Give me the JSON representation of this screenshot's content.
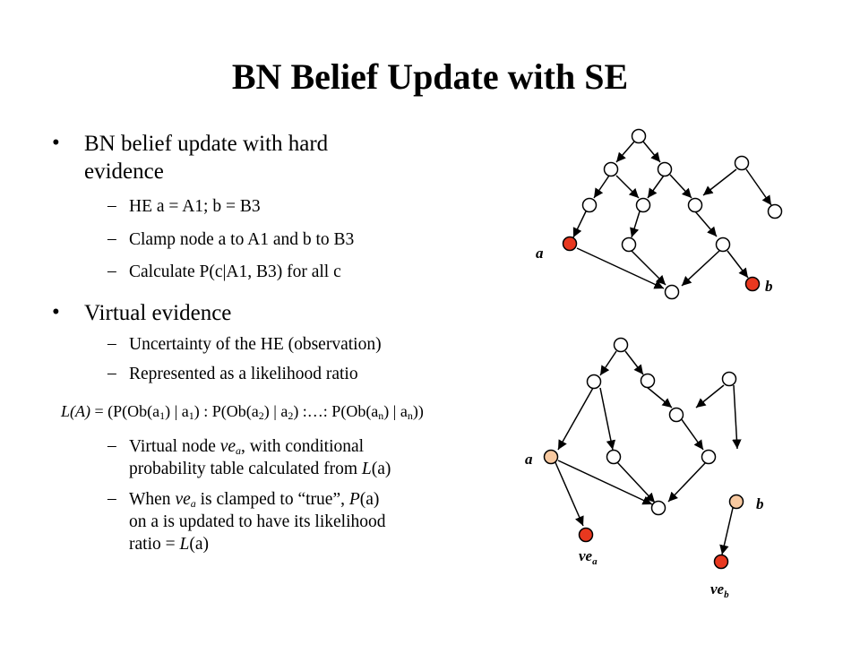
{
  "title": "BN Belief Update with SE",
  "bullets": [
    {
      "text": "BN belief update with hard evidence",
      "line1": "BN belief update with hard",
      "line2": "evidence",
      "items": [
        "HE a = A1; b = B3",
        "Clamp node a to A1 and b to B3",
        "Calculate P(c|A1, B3) for all c"
      ]
    },
    {
      "text": "Virtual evidence",
      "items": [
        "Uncertainty of the HE (observation)",
        "Represented as a likelihood ratio"
      ]
    }
  ],
  "formula": {
    "lhs": "L(A)",
    "eq": "= (P(Ob(a",
    "s1": "1",
    "p1": ") | a",
    "s1b": "1",
    "p2": ") : P(Ob(a",
    "s2": "2",
    "p3": ") | a",
    "s2b": "2",
    "p4": ") :…: P(Ob(a",
    "sn": "n",
    "p5": ") | a",
    "snb": "n",
    "p6": "))"
  },
  "virtual_node_item": {
    "pre": "Virtual node ",
    "ve": "ve",
    "ve_sub": "a",
    "post": ", with conditional",
    "line2_pre": "probability table calculated from ",
    "line2_L": "L",
    "line2_a": "(a)"
  },
  "clamp_item": {
    "l1_pre": "When ",
    "l1_ve": "ve",
    "l1_sub": "a",
    "l1_mid": " is clamped to “true”, ",
    "l1_P": "P",
    "l1_a": "(a)",
    "l2": "on a is updated to have its likelihood",
    "l3_pre": "ratio = ",
    "l3_L": "L",
    "l3_a": "(a)"
  },
  "diagram_top": {
    "label_a": "a",
    "label_b": "b",
    "evidence_color": "#e8381f"
  },
  "diagram_bottom": {
    "label_a": "a",
    "label_b": "b",
    "label_vea": "ve",
    "label_vea_sub": "a",
    "label_veb": "ve",
    "label_veb_sub": "b",
    "soft_color": "#f8c9a0",
    "evidence_color": "#e8381f"
  }
}
